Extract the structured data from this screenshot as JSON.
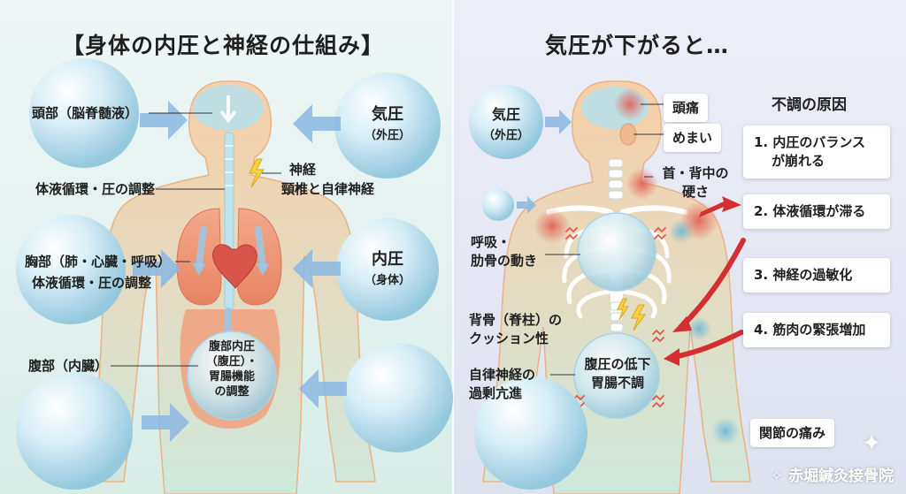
{
  "left": {
    "title": "【身体の内圧と神経の仕組み】",
    "head_label": "頭部（脳脊髄液）",
    "fluid_label_top": "体液循環・圧の調整",
    "nerve_label_1": "神経",
    "nerve_label_2": "頸椎と自律神経",
    "chest_label_1": "胸部（肺・心臓・呼吸）",
    "chest_label_2": "体液循環・圧の調整",
    "abdomen_label": "腹部（内臓）",
    "abdomen_center_1": "腹部内圧",
    "abdomen_center_2": "（腹圧）・",
    "abdomen_center_3": "胃腸機能",
    "abdomen_center_4": "の調整",
    "bubble_air": "気圧",
    "bubble_air_sub": "（外圧）",
    "bubble_internal": "内圧",
    "bubble_internal_sub": "（身体）"
  },
  "right": {
    "title": "気圧が下がると…",
    "bubble_air": "気圧",
    "bubble_air_sub": "（外圧）",
    "headache": "頭痛",
    "dizziness": "めまい",
    "neck_1": "首・背中の",
    "neck_2": "硬さ",
    "breath_1": "呼吸・",
    "breath_2": "肋骨の動き",
    "spine_1": "背骨（脊柱）の",
    "spine_2": "クッション性",
    "autonomic_1": "自律神経の",
    "autonomic_2": "過剰亢進",
    "abdomen_1": "腹圧の低下",
    "abdomen_2": "胃腸不調",
    "joint": "関節の痛み",
    "causes_title": "不調の原因",
    "causes": [
      {
        "line1": "1. 内圧のバランス",
        "line2": "が崩れる"
      },
      {
        "line1": "2. 体液循環が滞る",
        "line2": ""
      },
      {
        "line1": "3. 神経の過敏化",
        "line2": ""
      },
      {
        "line1": "4. 筋肉の緊張増加",
        "line2": ""
      }
    ]
  },
  "watermark": "赤堀鍼灸接骨院",
  "colors": {
    "skin": "#f8cfa6",
    "skin_edge": "#e9b287",
    "bubble": "#bfe3ef",
    "arrow_blue": "#8ab7e3",
    "arrow_red": "#d32f2f",
    "organ": "#ec9070",
    "pain": "#e2574c"
  }
}
